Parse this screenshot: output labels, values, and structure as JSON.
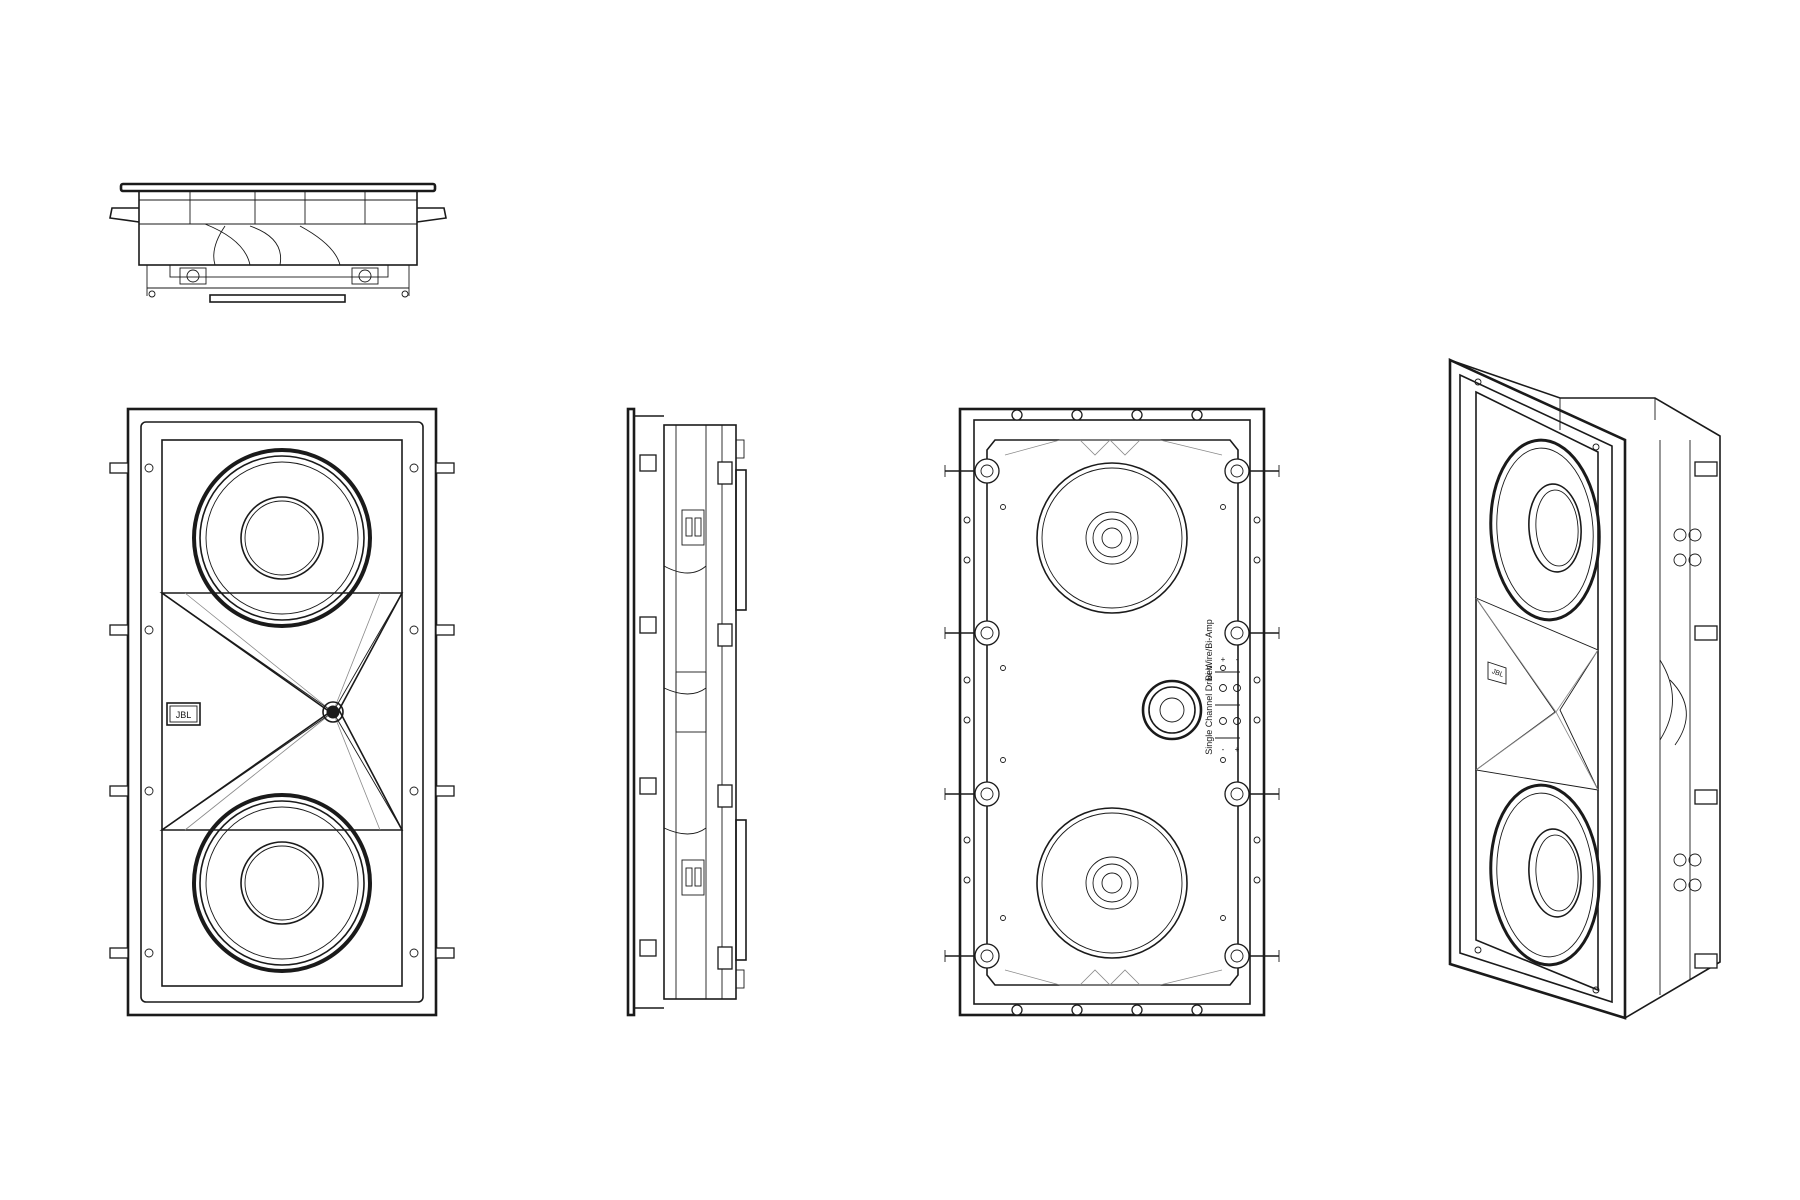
{
  "colors": {
    "background": "#ffffff",
    "line": "#1a1a1a",
    "detail": "#8a8a8a"
  },
  "views": [
    {
      "id": "top",
      "icon": "speaker-top-view-icon"
    },
    {
      "id": "front",
      "icon": "speaker-front-view-icon"
    },
    {
      "id": "side",
      "icon": "speaker-side-view-icon"
    },
    {
      "id": "rear",
      "icon": "speaker-rear-view-icon"
    },
    {
      "id": "perspective",
      "icon": "speaker-perspective-view-icon"
    }
  ],
  "labels": {
    "front_logo": "JBL",
    "perspective_logo": "JBL",
    "rear_single_channel": "Single Channel Driven",
    "rear_biwire": "Bi-Wire/Bi-Amp",
    "terminal_plus": "+",
    "terminal_minus": "-"
  }
}
